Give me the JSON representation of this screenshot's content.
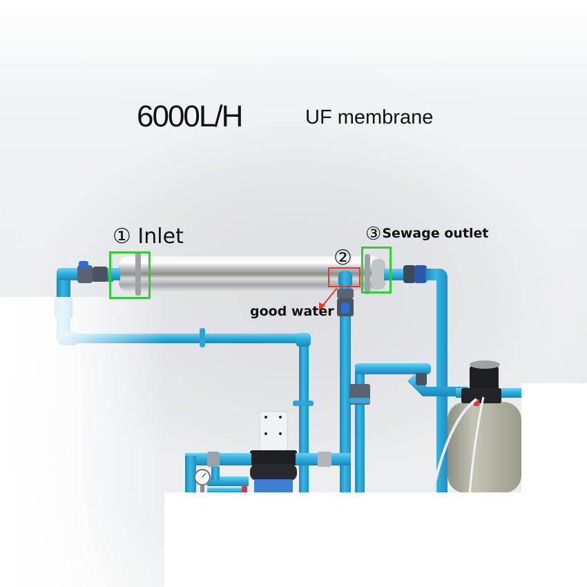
{
  "header": {
    "flow_rate": "6000L/H",
    "product": "UF membrane"
  },
  "annotations": {
    "inlet": {
      "number": "①",
      "label": "Inlet",
      "text": "① Inlet",
      "box_color": "#33cc33"
    },
    "good_water": {
      "number": "②",
      "label": "good water",
      "box_color": "#e8382b",
      "arrow_color": "#e8382b"
    },
    "sewage_outlet": {
      "number": "③",
      "label": "Sewage outlet",
      "box_color": "#33cc33"
    }
  },
  "colors": {
    "pipe": "#2fb0e0",
    "pipe_dark": "#1b8fc0",
    "membrane_steel": "#c9ccd0",
    "wall": "#e4e6e9",
    "green_marker": "#33cc33",
    "red_marker": "#e8382b"
  },
  "components": [
    {
      "name": "uf-membrane-housing",
      "material": "stainless steel"
    },
    {
      "name": "inlet-ball-valve"
    },
    {
      "name": "good-water-ball-valve"
    },
    {
      "name": "sewage-outlet-union"
    },
    {
      "name": "pre-filter-housing"
    },
    {
      "name": "pressure-gauge"
    },
    {
      "name": "softener-tank"
    },
    {
      "name": "control-valve"
    }
  ]
}
